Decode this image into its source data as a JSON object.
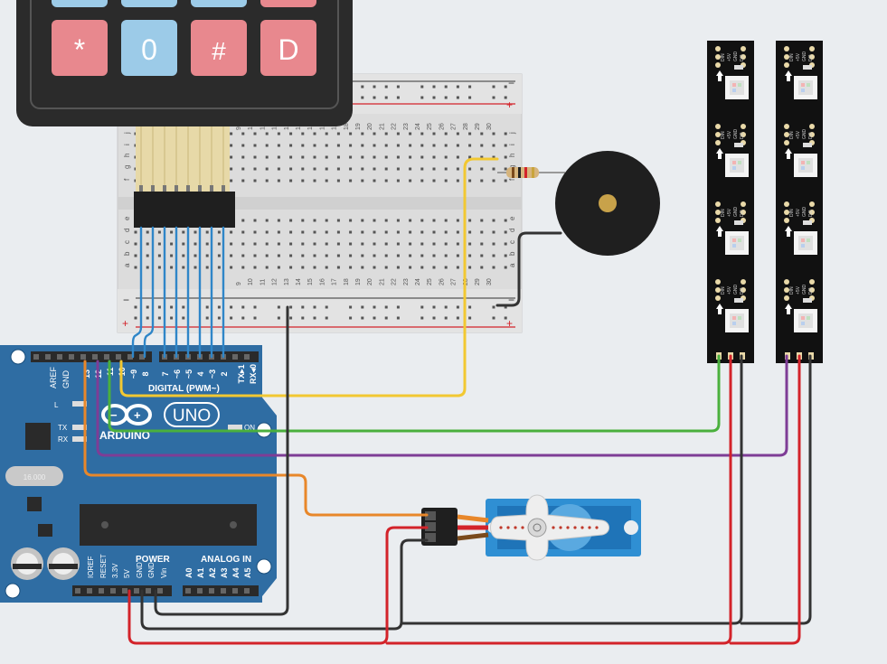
{
  "keypad": {
    "keys_visible": [
      "*",
      "0",
      "#",
      "D"
    ]
  },
  "breadboard": {
    "row_labels_top": [
      "j",
      "i",
      "h",
      "g",
      "f"
    ],
    "row_labels_bottom": [
      "e",
      "d",
      "c",
      "b",
      "a"
    ],
    "col_numbers": [
      "9",
      "10",
      "11",
      "12",
      "13",
      "14",
      "15",
      "16",
      "17",
      "18",
      "19",
      "20",
      "21",
      "22",
      "23",
      "24",
      "25",
      "26",
      "27",
      "28",
      "29",
      "30"
    ],
    "rail_minus": "−",
    "rail_plus": "+"
  },
  "arduino": {
    "brand": "ARDUINO",
    "model": "UNO",
    "digital_label": "DIGITAL (PWM~)",
    "power_label": "POWER",
    "analog_label": "ANALOG IN",
    "on_label": "ON",
    "l_label": "L",
    "tx_label": "TX",
    "rx_label": "RX",
    "aref_label": "AREF",
    "gnd_label": "GND",
    "digital_pins": [
      "13",
      "12",
      "~11",
      "~10",
      "~9",
      "8",
      "7",
      "~6",
      "~5",
      "4",
      "~3",
      "2",
      "TX▸1",
      "RX◂0"
    ],
    "power_pins": [
      "IOREF",
      "RESET",
      "3.3V",
      "5V",
      "GND",
      "GND",
      "Vin"
    ],
    "analog_pins": [
      "A0",
      "A1",
      "A2",
      "A3",
      "A4",
      "A5"
    ],
    "crystal_label": "16.000"
  },
  "led_strip": {
    "pad_labels": [
      "DIN",
      "+5V",
      "GND",
      "DO"
    ],
    "strips": 2
  },
  "colors": {
    "background": "#eaedf0",
    "board_blue": "#2f6da3",
    "wire_yellow": "#f2c832",
    "wire_green": "#4ab03d",
    "wire_purple": "#7e3d96",
    "wire_orange": "#e8872a",
    "wire_red": "#d3232a",
    "wire_black": "#333333",
    "wire_blue": "#2f86c8",
    "key_red": "#e8888e",
    "key_blue": "#9ccbe8"
  }
}
